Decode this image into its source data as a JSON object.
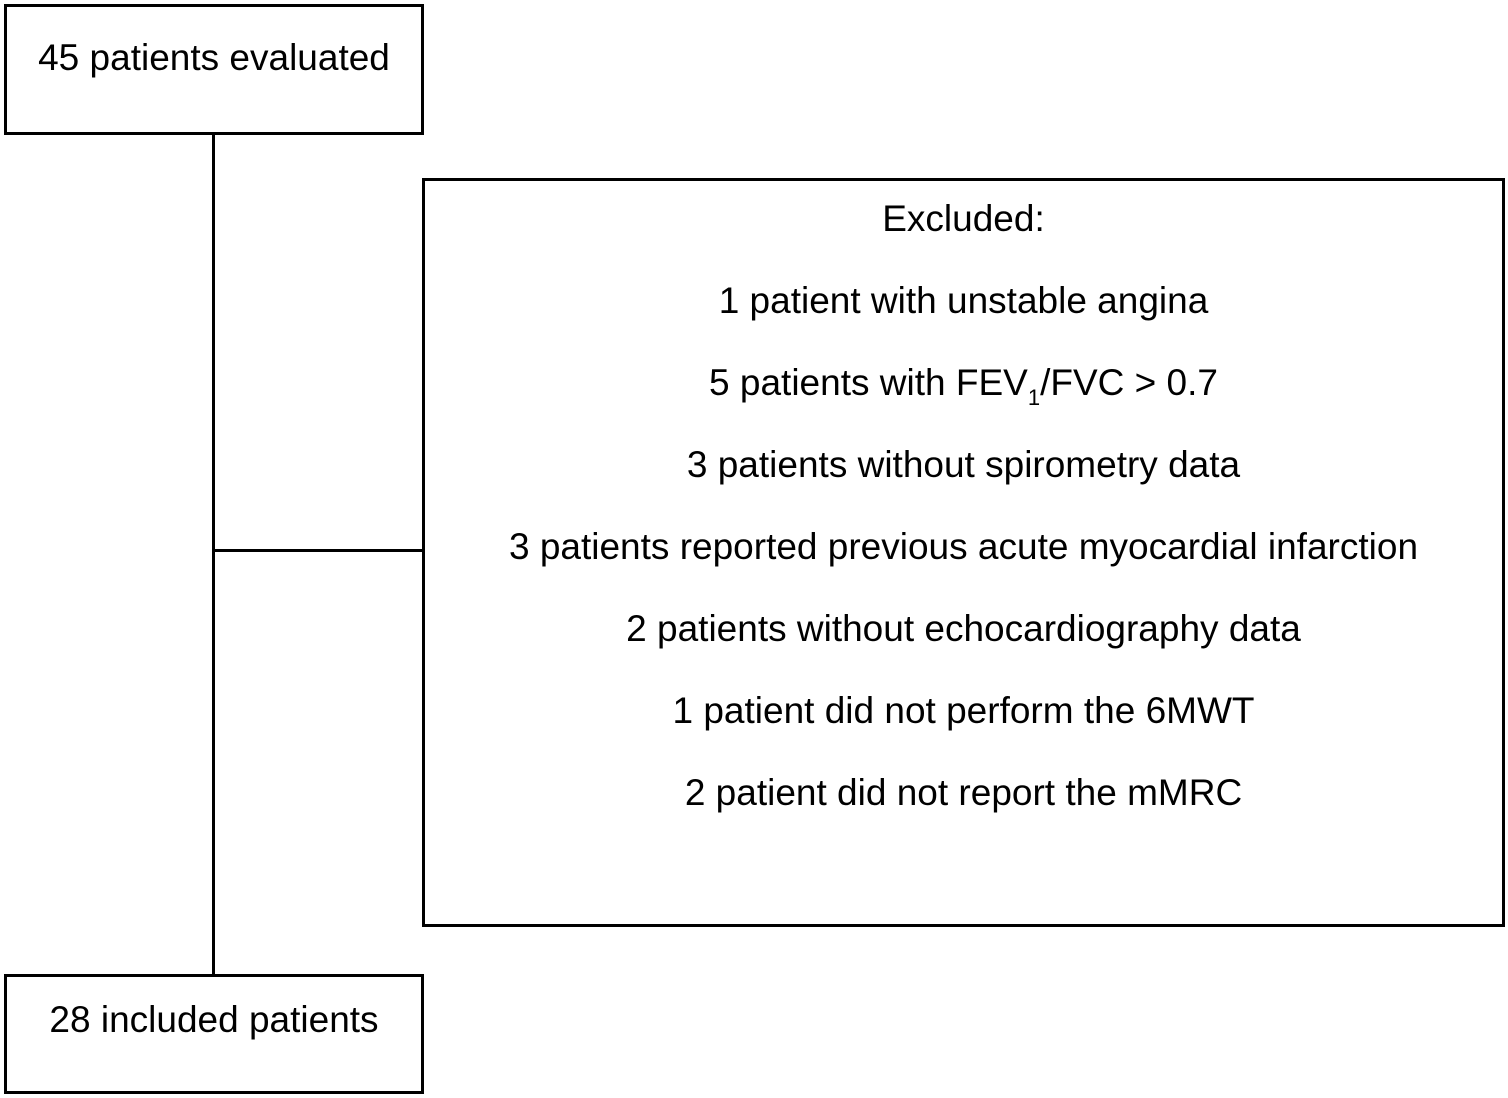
{
  "flowchart": {
    "start": {
      "label": "45 patients evaluated"
    },
    "end": {
      "label": "28 included patients"
    },
    "excluded": {
      "title": "Excluded:",
      "items": [
        {
          "text": "1 patient with unstable angina"
        },
        {
          "pre": "5 patients with FEV",
          "sub": "1",
          "post": "/FVC > 0.7"
        },
        {
          "text": "3 patients without spirometry data"
        },
        {
          "text": "3 patients reported previous acute myocardial infarction"
        },
        {
          "text": "2 patients without echocardiography data"
        },
        {
          "text": "1 patient did not perform the 6MWT"
        },
        {
          "text": "2 patient did not report the mMRC"
        }
      ]
    }
  }
}
